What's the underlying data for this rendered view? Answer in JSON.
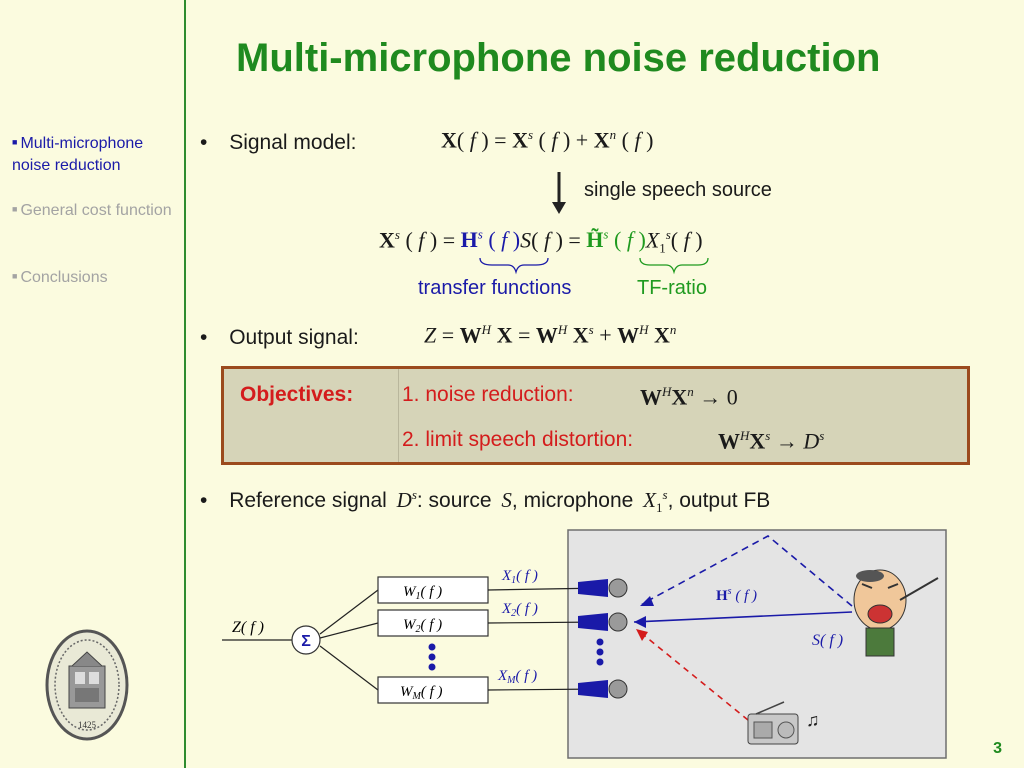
{
  "title": "Multi-microphone noise reduction",
  "nav": [
    {
      "label": "Multi-microphone noise reduction",
      "active": true
    },
    {
      "label": "General cost function",
      "active": false
    },
    {
      "label": "Conclusions",
      "active": false
    }
  ],
  "signal_model": {
    "bullet": "•",
    "label": "Signal model:",
    "note": "single speech source",
    "brace_labels": {
      "left": "transfer functions",
      "right": "TF-ratio"
    }
  },
  "output_signal": {
    "bullet": "•",
    "label": "Output signal:"
  },
  "objectives": {
    "header": "Objectives:",
    "items": [
      "1. noise reduction:",
      "2. limit speech distortion:"
    ]
  },
  "reference": {
    "bullet": "•",
    "prefix": "Reference signal",
    "source_label": ": source",
    "mic_label": ", microphone",
    "output_label": ", output FB"
  },
  "diagram": {
    "sum_symbol": "Σ",
    "dots": "⋮",
    "music_icon": "♫"
  },
  "page_number": "3",
  "colors": {
    "title": "#1f8a1f",
    "accent_blue": "#1a1aa8",
    "accent_red": "#d41c1c",
    "frame": "#9b4a1d"
  }
}
